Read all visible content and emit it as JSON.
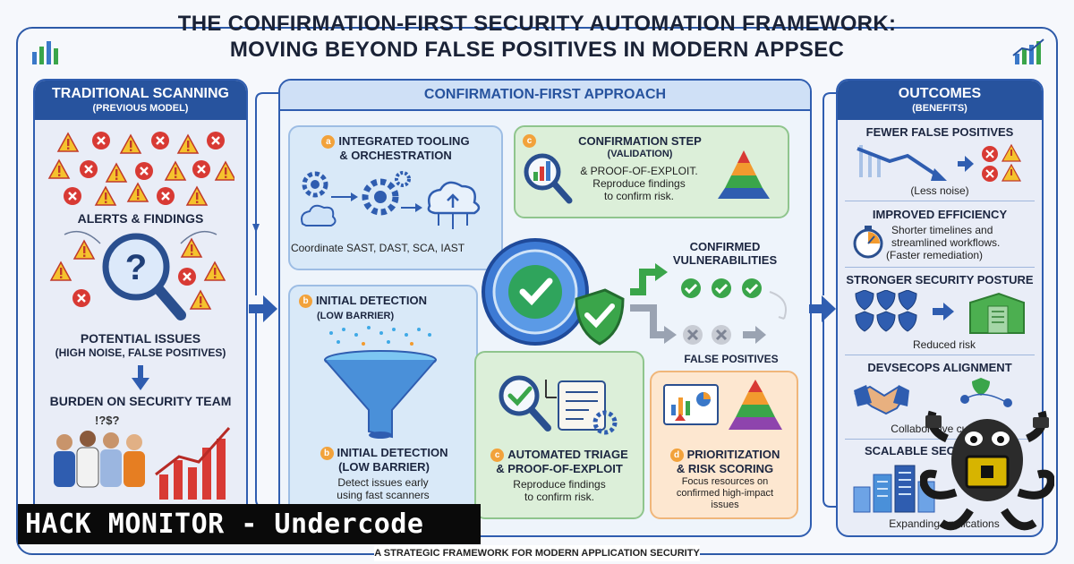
{
  "title": {
    "line1": "THE CONFIRMATION-FIRST SECURITY AUTOMATION FRAMEWORK:",
    "line2": "MOVING BEYOND FALSE POSITIVES IN MODERN APPSEC"
  },
  "traditional": {
    "heading": "TRADITIONAL SCANNING",
    "subheading": "(PREVIOUS MODEL)",
    "alerts_label": "ALERTS & FINDINGS",
    "potential_label": "POTENTIAL ISSUES",
    "potential_sub": "(HIGH NOISE, FALSE POSITIVES)",
    "burden_label": "BURDEN ON SECURITY TEAM"
  },
  "approach": {
    "heading": "CONFIRMATION-FIRST APPROACH",
    "tooling": {
      "badge": "a",
      "title_l1": "INTEGRATED TOOLING",
      "title_l2": "& ORCHESTRATION",
      "desc": "Coordinate SAST, DAST, SCA, IAST"
    },
    "confirmation": {
      "badge": "c",
      "title": "CONFIRMATION STEP",
      "sub": "(VALIDATION)",
      "desc_l1": "& PROOF-OF-EXPLOIT.",
      "desc_l2": "Reproduce findings",
      "desc_l3": "to confirm risk."
    },
    "detection_top": {
      "badge": "b",
      "title": "INITIAL DETECTION",
      "sub": "(LOW BARRIER)"
    },
    "detection_bottom": {
      "badge": "b",
      "title": "INITIAL DETECTION",
      "sub": "(LOW BARRIER)",
      "desc_l1": "Detect issues early",
      "desc_l2": "using fast scanners"
    },
    "confirmed": {
      "l1": "CONFIRMED",
      "l2": "VULNERABILITIES"
    },
    "false_positives": "FALSE POSITIVES",
    "triage": {
      "badge": "c",
      "title_l1": "AUTOMATED TRIAGE",
      "title_l2": "& PROOF-OF-EXPLOIT",
      "desc_l1": "Reproduce findings",
      "desc_l2": "to confirm risk."
    },
    "prioritization": {
      "badge": "d",
      "title_l1": "PRIORITIZATION",
      "title_l2": "& RISK SCORING",
      "desc_l1": "Focus resources on",
      "desc_l2": "confirmed high-impact",
      "desc_l3": "issues"
    }
  },
  "outcomes": {
    "heading": "OUTCOMES",
    "subheading": "(BENEFITS)",
    "fewer": {
      "title": "FEWER FALSE POSITIVES",
      "desc": "(Less noise)"
    },
    "efficiency": {
      "title": "IMPROVED EFFICIENCY",
      "desc_l1": "Shorter timelines and",
      "desc_l2": "streamlined workflows.",
      "desc_l3": "(Faster remediation)"
    },
    "posture": {
      "title": "STRONGER SECURITY POSTURE",
      "desc": "Reduced risk"
    },
    "devsecops": {
      "title": "DEVSECOPS ALIGNMENT",
      "desc": "Collaborative culture"
    },
    "scalable": {
      "title": "SCALABLE SECURITY",
      "desc": "Expanding applications"
    }
  },
  "banner": "HACK MONITOR - Undercode",
  "footer": "A STRATEGIC FRAMEWORK FOR MODERN APPLICATION SECURITY",
  "colors": {
    "navy": "#27539e",
    "accent_blue": "#2f5db0",
    "green": "#3aa54a",
    "red": "#d83a34",
    "warning_yellow": "#f5c22d",
    "orange": "#f2a23b"
  }
}
